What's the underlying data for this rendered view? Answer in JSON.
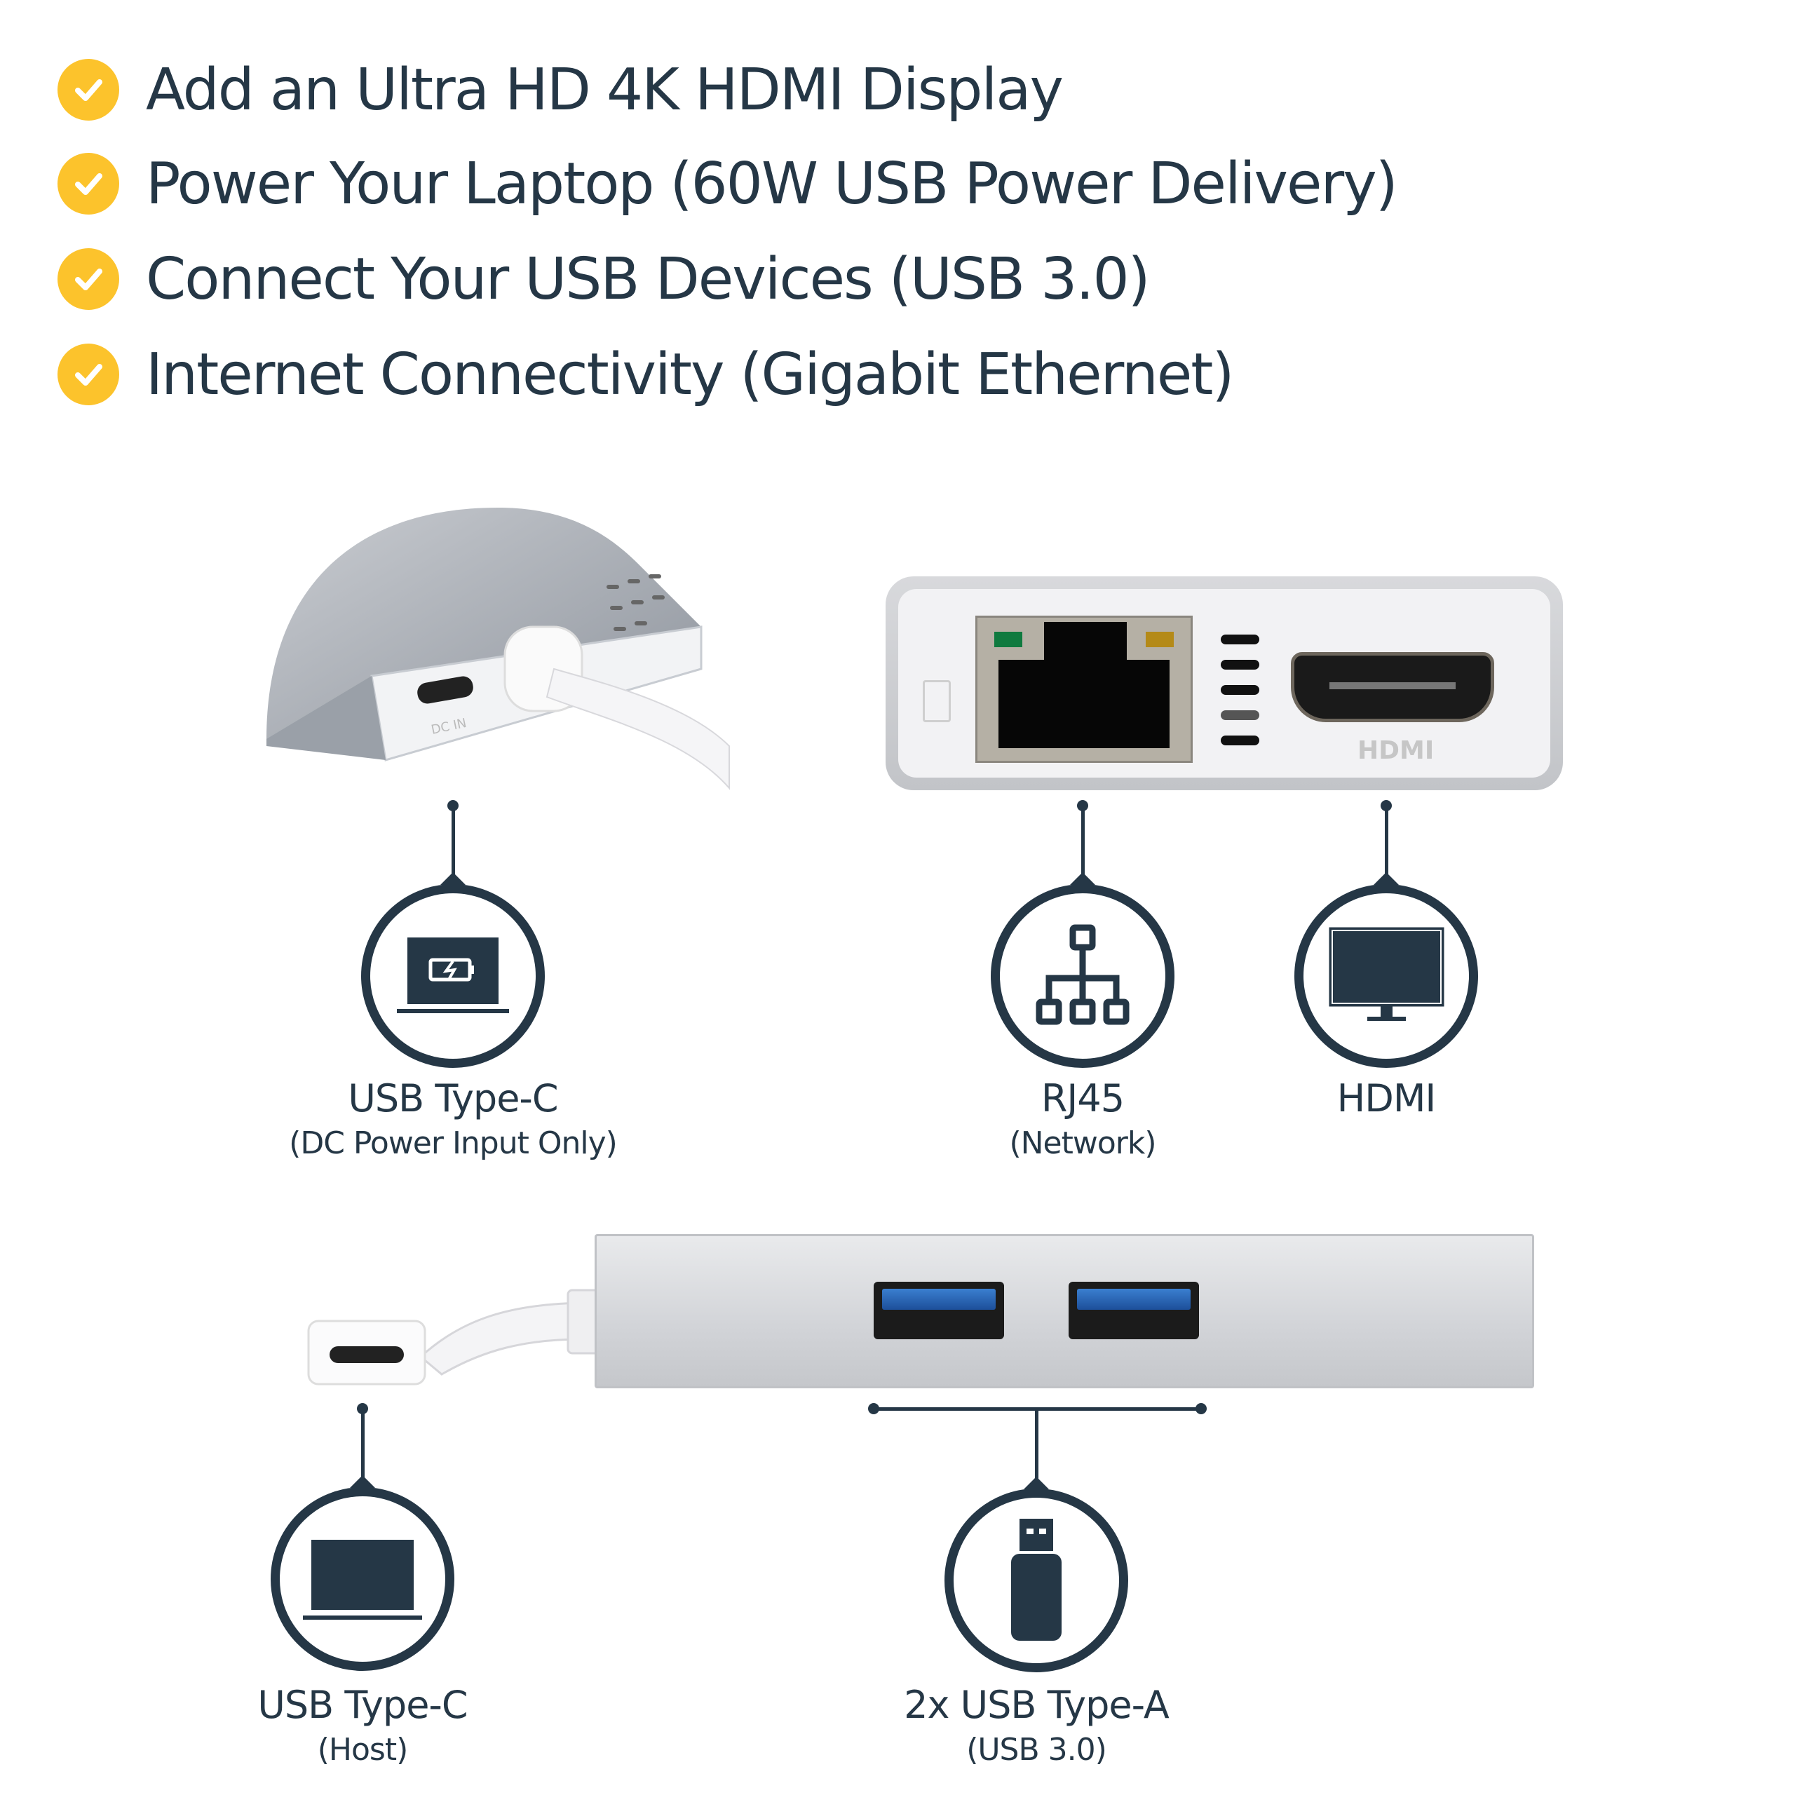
{
  "features": [
    "Add an Ultra HD 4K HDMI Display",
    "Power Your Laptop (60W USB Power Delivery)",
    "Connect Your USB Devices (USB 3.0)",
    "Internet Connectivity (Gigabit Ethernet)"
  ],
  "device_markings": {
    "dc_in": "DC IN",
    "hdmi": "HDMI"
  },
  "ports": [
    {
      "icon": "laptop-battery-icon",
      "label": "USB Type-C",
      "sublabel": "(DC Power Input Only)"
    },
    {
      "icon": "network-icon",
      "label": "RJ45",
      "sublabel": "(Network)"
    },
    {
      "icon": "monitor-icon",
      "label": "HDMI"
    },
    {
      "icon": "laptop-icon",
      "label": "USB Type-C",
      "sublabel": "(Host)"
    },
    {
      "icon": "usb-drive-icon",
      "label": "2x USB Type-A",
      "sublabel": "(USB 3.0)"
    }
  ],
  "colors": {
    "accent": "#fcc32c",
    "text": "#253746",
    "usb3_blue": "#2a66b8"
  }
}
